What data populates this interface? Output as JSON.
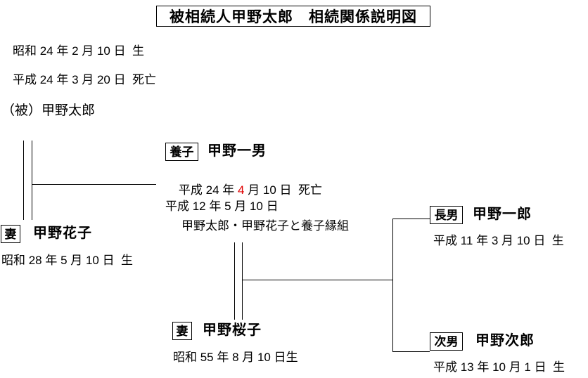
{
  "title": "被相続人甲野太郎　相続関係説明図",
  "decedent": {
    "birth_line": "昭和 24 年 2 月 10 日  生",
    "death_line": "平成 24 年 3 月 20 日  死亡",
    "name_line": "（被）甲野太郎"
  },
  "wife_hanako": {
    "tag": "妻",
    "name": "甲野花子",
    "birth_line": "昭和 28 年 5 月 10 日  生"
  },
  "adopted_kazuo": {
    "tag": "養子",
    "name": "甲野一男",
    "death_prefix": "平成 24 年 ",
    "death_month_red": "4",
    "death_suffix": " 月 10 日  死亡",
    "adoption_date_line": "平成 12 年 5 月 10 日",
    "adoption_note_line": "甲野太郎・甲野花子と養子縁組"
  },
  "wife_sakurako": {
    "tag": "妻",
    "name": "甲野桜子",
    "birth_line": "昭和 55 年 8 月 10 日生"
  },
  "son_ichiro": {
    "tag": "長男",
    "name": "甲野一郎",
    "birth_line": "平成 11 年 3 月 10 日  生"
  },
  "son_jiro": {
    "tag": "次男",
    "name": "甲野次郎",
    "birth_line": "平成 13 年 10 月 1 日  生"
  },
  "colors": {
    "line": "#000000",
    "text": "#000000",
    "highlight": "#e00000",
    "background": "#ffffff"
  }
}
